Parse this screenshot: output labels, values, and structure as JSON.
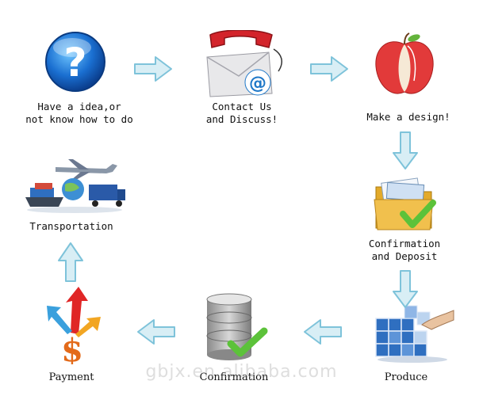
{
  "steps": [
    {
      "id": "idea",
      "label": "Have a idea,or\nnot know how to do",
      "icon": "question-mark-icon"
    },
    {
      "id": "contact",
      "label": "Contact Us\nand Discuss!",
      "icon": "phone-email-icon"
    },
    {
      "id": "design",
      "label": "Make a design!",
      "icon": "apple-design-icon"
    },
    {
      "id": "confirm-deposit",
      "label": "Confirmation\nand Deposit",
      "icon": "folder-check-icon"
    },
    {
      "id": "produce",
      "label": "Produce",
      "icon": "cube-grid-icon"
    },
    {
      "id": "confirmation",
      "label": "Confirmation",
      "icon": "database-check-icon"
    },
    {
      "id": "payment",
      "label": "Payment",
      "icon": "dollar-arrows-icon"
    },
    {
      "id": "transport",
      "label": "Transportation",
      "icon": "plane-ship-truck-icon"
    }
  ],
  "watermark": "gbjx.en.alibaba.com",
  "colors": {
    "arrow_fill": "#d8eef5",
    "arrow_stroke": "#7ec3da",
    "check": "#5cc23a"
  }
}
